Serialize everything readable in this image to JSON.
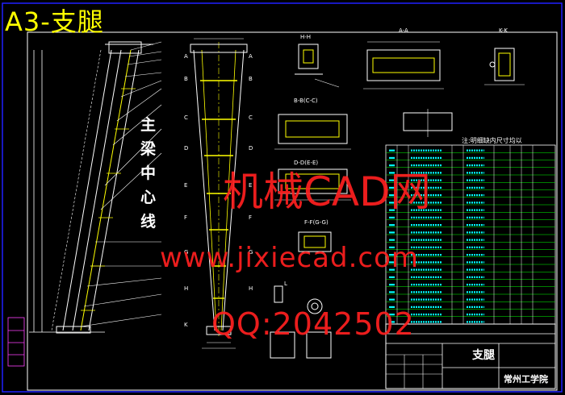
{
  "title": "A3-支腿",
  "main_beam_label": [
    "主",
    "梁",
    "中",
    "心",
    "线"
  ],
  "sections": {
    "hh": "H-H",
    "aa": "A-A",
    "kk": "K-K",
    "bb": "B-B(C-C)",
    "dd": "D-D(E-E)",
    "ff": "F-F(G-G)",
    "ll": "L"
  },
  "section_letters_left": [
    "A",
    "B",
    "C",
    "D",
    "E",
    "F",
    "G",
    "H",
    "K"
  ],
  "section_letters_right": [
    "A",
    "B",
    "C",
    "D",
    "E",
    "F",
    "G",
    "H"
  ],
  "note": "注:明细缺内尺寸均以",
  "part_title": "支腿",
  "school": "常州工学院",
  "watermark": {
    "site": "机械CAD网",
    "url": "www.jixiecad.com",
    "qq": "QQ:2042502"
  },
  "colors": {
    "frame": "#2020ff",
    "line": "#ffffff",
    "yellow": "#ffff00",
    "cyan": "#00ffff",
    "green": "#00ff00",
    "red": "#ff2020",
    "magenta": "#ff40ff"
  }
}
